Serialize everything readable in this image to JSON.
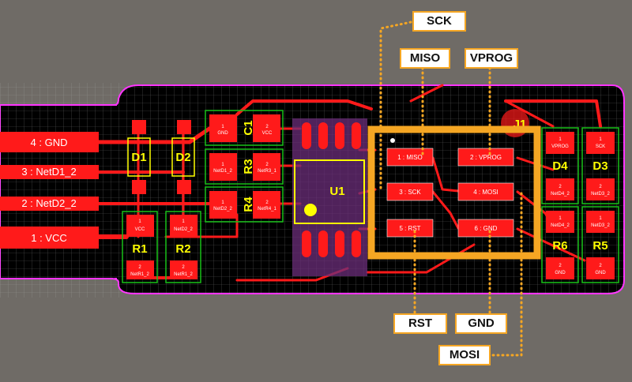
{
  "ports": {
    "gnd": "4 : GND",
    "netd1": "3 : NetD1_2",
    "netd2": "2 : NetD2_2",
    "vcc": "1 : VCC"
  },
  "designators": {
    "d1": "D1",
    "d2": "D2",
    "c1": "C1",
    "r3": "R3",
    "r4": "R4",
    "r1": "R1",
    "r2": "R2",
    "u1": "U1",
    "j1": "J1",
    "d4": "D4",
    "d3": "D3",
    "r6": "R6",
    "r5": "R5"
  },
  "connector_pads": {
    "miso": "1 : MISO",
    "vprog": "2 : VPROG",
    "sck": "3 : SCK",
    "mosi": "4 : MOSI",
    "rst": "5 : RST",
    "gnd": "6 : GND"
  },
  "pad_labels": {
    "vcc": "VCC",
    "gnd": "GND",
    "one": "1",
    "two": "2",
    "netd1": "NetD1_2",
    "netd2": "NetD2_2",
    "netr1": "NetR1_2",
    "netr3": "NetR3_1",
    "netr4": "NetR4_1",
    "netd3": "NetD3_2",
    "netd4": "NetD4_2",
    "vprog": "VPROG",
    "sck": "SCK",
    "rst": "RST"
  },
  "callouts": {
    "sck": "SCK",
    "miso": "MISO",
    "vprog": "VPROG",
    "rst": "RST",
    "gnd": "GND",
    "mosi": "MOSI"
  },
  "colors": {
    "background": "#6f6b66",
    "board": "#000000",
    "copper": "#ff1a1a",
    "outline": "#ff33ff",
    "silkscreen": "#ffff00",
    "callout_border": "#f5a623",
    "grid": "#ffffff"
  }
}
